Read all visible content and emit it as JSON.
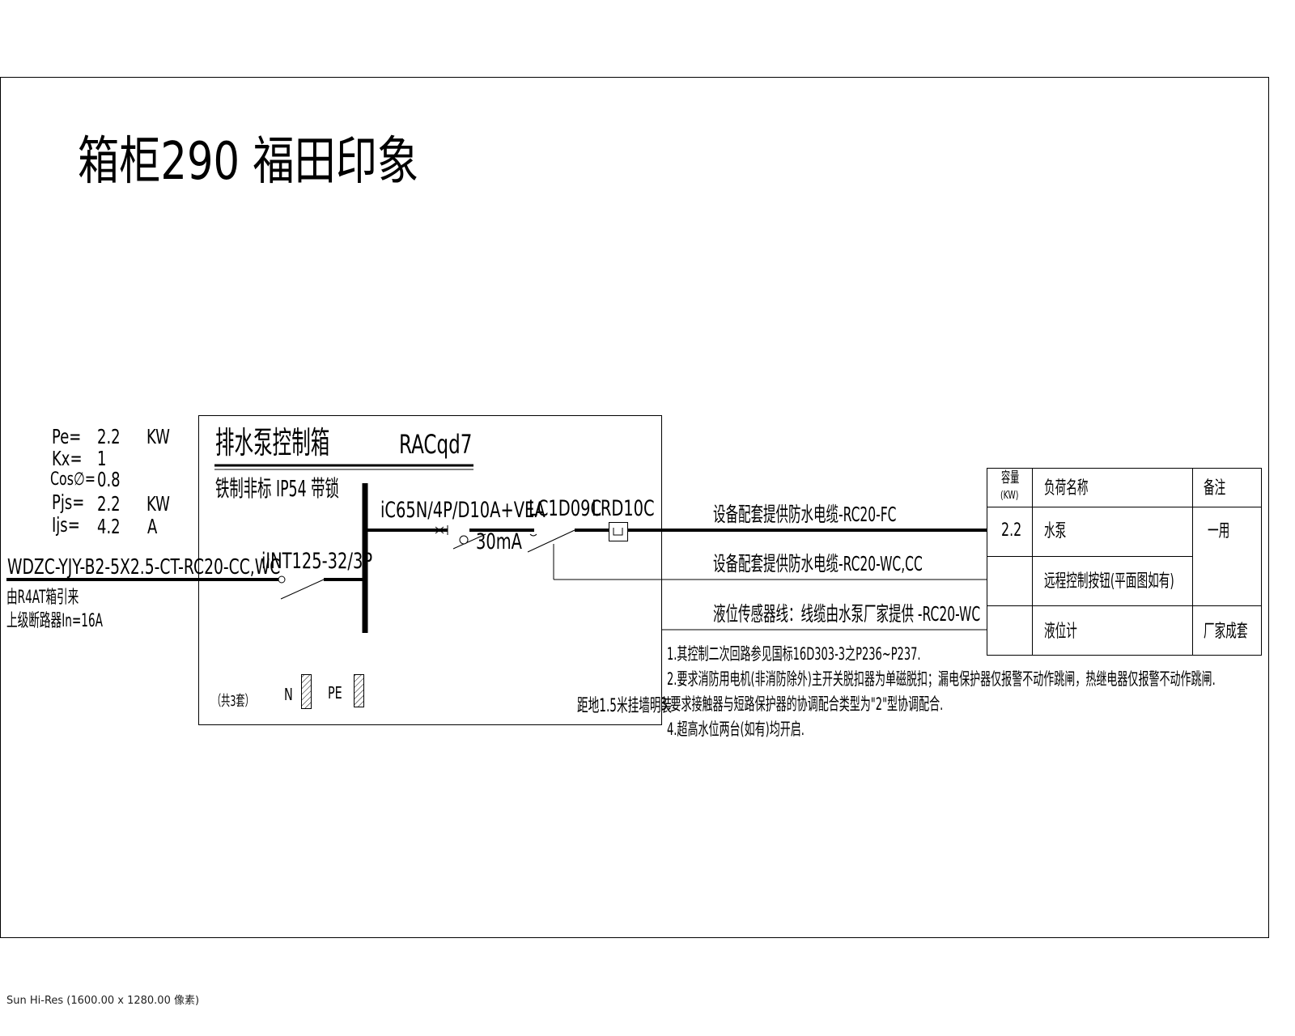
{
  "title": "箱柜290 福田印象",
  "load": {
    "pe_label": "Pe=",
    "pe_value": "2.2",
    "pe_unit": "KW",
    "kx_label": "Kx=",
    "kx_value": "1",
    "cos_label": "Cos∅=",
    "cos_value": "0.8",
    "pjs_label": "Pjs=",
    "pjs_value": "2.2",
    "pjs_unit": "KW",
    "ijs_label": "Ijs=",
    "ijs_value": "4.2",
    "ijs_unit": "A"
  },
  "incoming": {
    "cable": "WDZC-YJY-B2-5X2.5-CT-RC20-CC,WC",
    "source": "由R4AT箱引来",
    "upstream": "上级断路器In=16A"
  },
  "box": {
    "name": "排水泵控制箱",
    "code": "RACqd7",
    "spec": "铁制非标 IP54 带锁",
    "main_breaker": "iINT125-32/3P",
    "branch_breaker": "iC65N/4P/D10A+VEA",
    "rcd": "30mA",
    "contactor": "LC1D09C",
    "relay": "LRD10C",
    "count": "（共3套）",
    "n_label": "N",
    "pe_label": "PE",
    "mounting": "距地1.5米挂墙明装"
  },
  "circuits": [
    "设备配套提供防水电缆-RC20-FC",
    "设备配套提供防水电缆-RC20-WC,CC",
    "液位传感器线：线缆由水泵厂家提供 -RC20-WC"
  ],
  "table": {
    "headers": [
      "容量",
      "(KW)",
      "负荷名称",
      "备注"
    ],
    "rows": [
      {
        "capacity": "2.2",
        "name": "水泵",
        "note": "一用"
      },
      {
        "capacity": "",
        "name": "远程控制按钮(平面图如有)",
        "note": ""
      },
      {
        "capacity": "",
        "name": "液位计",
        "note": "厂家成套"
      }
    ]
  },
  "notes": [
    "1.其控制二次回路参见国标16D303-3之P236~P237.",
    "2.要求消防用电机(非消防除外)主开关脱扣器为单磁脱扣；漏电保护器仅报警不动作跳闸，热继电器仅报警不动作跳闸.",
    "3.要求接触器与短路保护器的协调配合类型为\"2\"型协调配合.",
    "4.超高水位两台(如有)均开启."
  ],
  "footer": "Sun Hi-Res (1600.00 x 1280.00 像素)"
}
